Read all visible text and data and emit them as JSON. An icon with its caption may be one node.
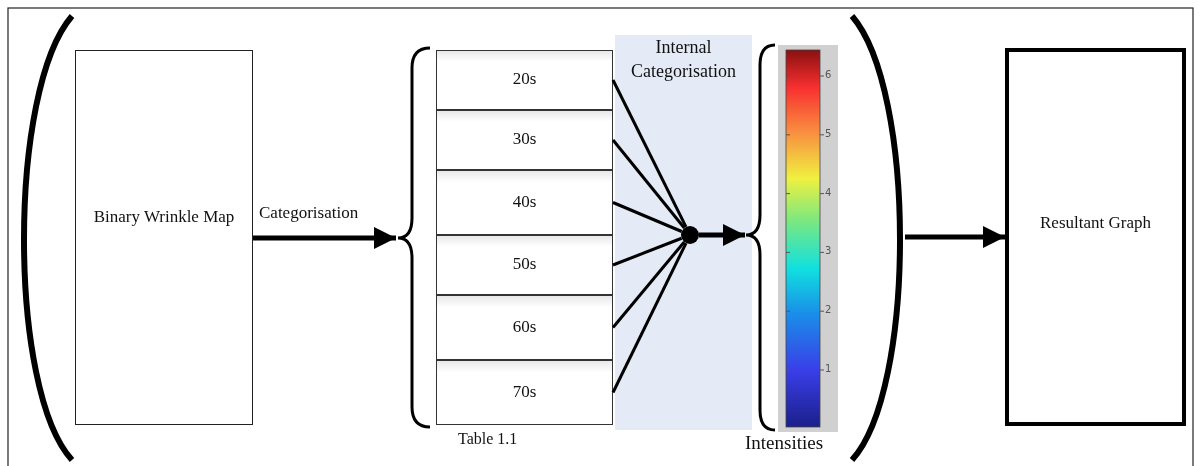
{
  "diagram": {
    "nodes": [
      {
        "text": [
          "Binary Wrinkle Map"
        ]
      },
      {
        "text": [
          "Table 1.1"
        ]
      },
      {
        "text": [
          "20s"
        ],
        "in": 1
      },
      {
        "text": [
          "30s"
        ],
        "in": 1
      },
      {
        "text": [
          "40s"
        ],
        "in": 1
      },
      {
        "text": [
          "50s"
        ],
        "in": 1
      },
      {
        "text": [
          "60s"
        ],
        "in": 1
      },
      {
        "text": [
          "70s"
        ],
        "in": 1
      },
      {
        "text": [
          "Internal Categorisation"
        ]
      },
      {
        "text": [],
        "shape": "circle",
        "in": 8
      },
      {
        "text": [
          "Intensities"
        ]
      },
      {
        "text": [
          "Resultant Graph"
        ]
      }
    ],
    "edges": [
      {
        "from": 0,
        "to": 1,
        "arrow": "to",
        "label": "Categorisation"
      },
      {
        "from": 2,
        "to": 9,
        "arrow": "none"
      },
      {
        "from": 3,
        "to": 9,
        "arrow": "none"
      },
      {
        "from": 4,
        "to": 9,
        "arrow": "none"
      },
      {
        "from": 5,
        "to": 9,
        "arrow": "none"
      },
      {
        "from": 6,
        "to": 9,
        "arrow": "none"
      },
      {
        "from": 7,
        "to": 9,
        "arrow": "none"
      },
      {
        "from": 9,
        "to": 10,
        "arrow": "to"
      },
      {
        "from": 10,
        "to": 11,
        "arrow": "to"
      }
    ],
    "labels": [
      "6",
      "5",
      "4",
      "3",
      "2",
      "1"
    ]
  }
}
